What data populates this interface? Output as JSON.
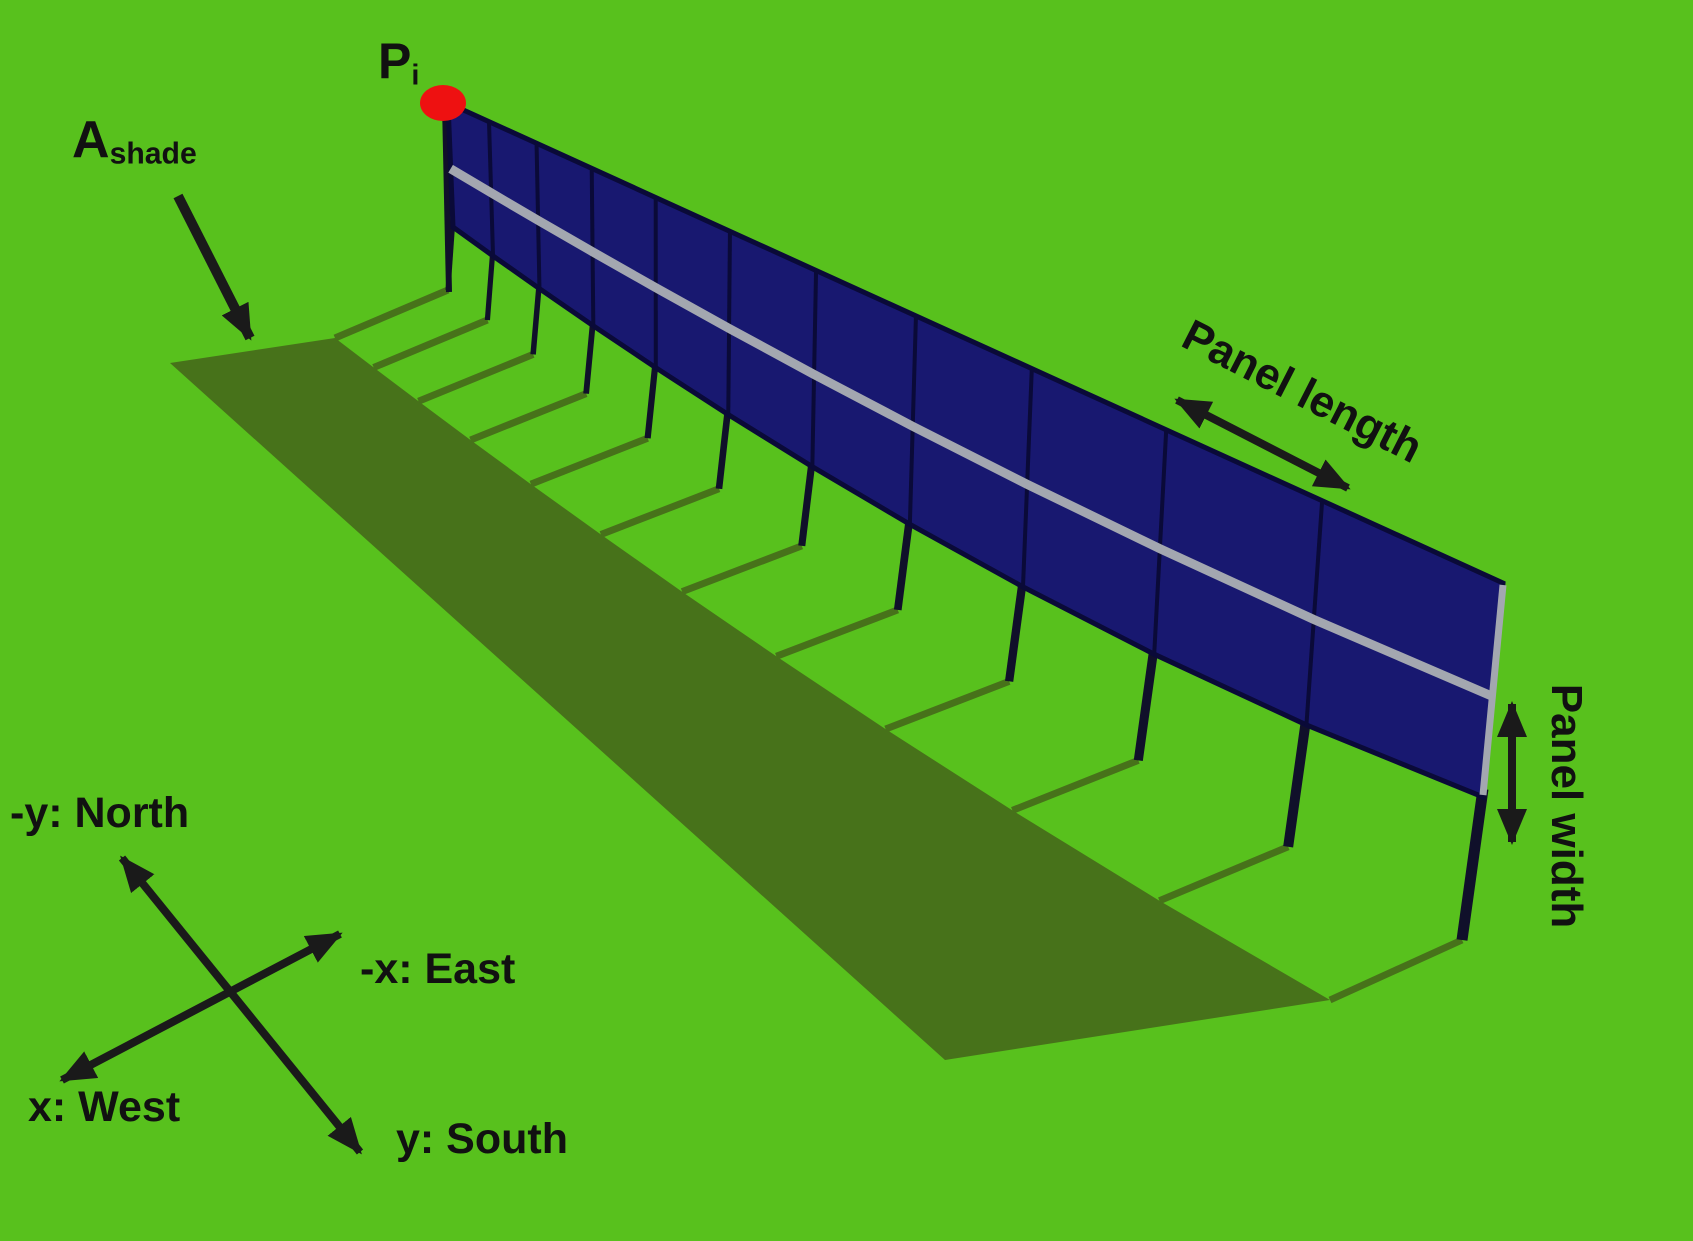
{
  "figure": {
    "kind": "3D illustration of a single row of tilted photovoltaic panels on posts above grass, with the shadow area it casts and the site coordinate axes"
  },
  "colors": {
    "grass": "#58c11d",
    "shadow": "#47721a",
    "panel": "#181870",
    "panel_frame": "#0a0a38",
    "rail": "#a3a7b0",
    "post": "#10102a",
    "marker_red": "#ee1111",
    "ink": "#111111",
    "arrow": "#1a1a1a"
  },
  "array": {
    "panel_count": 11,
    "row_count": 2
  },
  "labels": {
    "pi": {
      "main": "P",
      "sub": "i"
    },
    "ashade": {
      "main": "A",
      "sub": "shade"
    },
    "panel_length": "Panel length",
    "panel_width": "Panel width",
    "axes": {
      "north": "-y: North",
      "east": "-x: East",
      "west": "x: West",
      "south": "y: South"
    }
  }
}
